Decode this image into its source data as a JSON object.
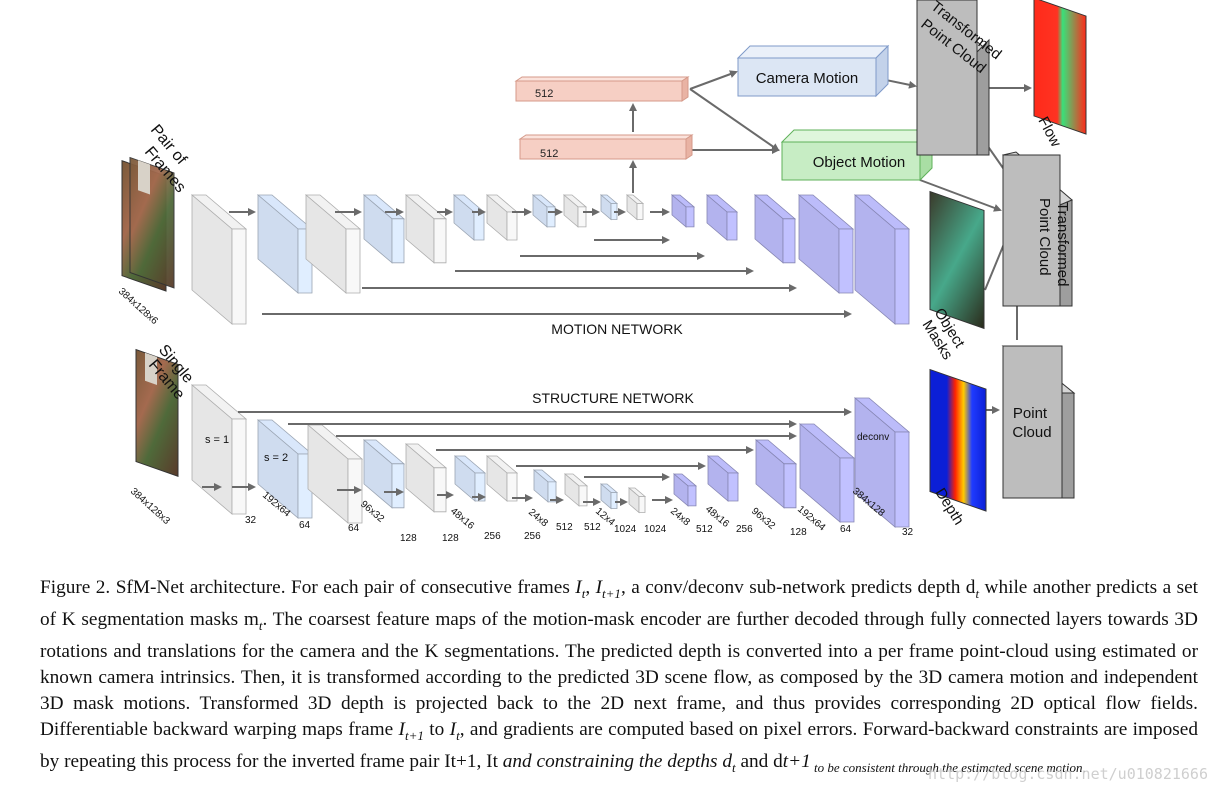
{
  "diagram": {
    "labels": {
      "pair_of_frames": [
        "Pair of",
        "Frames"
      ],
      "single_frame": [
        "Single",
        "Frame"
      ],
      "input_dim_motion": "384x128x6",
      "input_dim_structure": "384x128x3",
      "motion_network": "MOTION NETWORK",
      "structure_network": "STRUCTURE NETWORK",
      "fc1": "512",
      "fc2": "512",
      "camera_motion": "Camera Motion",
      "object_motion": "Object Motion",
      "transformed_point_cloud_top": [
        "Transformed",
        "Point Cloud"
      ],
      "transformed_point_cloud_mid": [
        "Transformed",
        "Point Cloud"
      ],
      "point_cloud": [
        "Point",
        "Cloud"
      ],
      "flow": "Flow",
      "object_masks": [
        "Object",
        "Masks"
      ],
      "depth": "Depth",
      "stride1": "s  = 1",
      "stride2": "s = 2",
      "deconv": "deconv"
    },
    "structure_sizes": [
      "32",
      "192x64",
      "64",
      "64",
      "96x32",
      "128",
      "128",
      "48x16",
      "256",
      "256",
      "24x8",
      "512",
      "512",
      "12x4",
      "1024",
      "1024",
      "24x8",
      "512",
      "48x16",
      "256",
      "96x32",
      "128",
      "192x64",
      "64",
      "384x128",
      "32"
    ],
    "colors": {
      "encoder_blue": "#cfdcef",
      "decoder_purple": "#b3b3ee",
      "gray_block": "#e6e6e6",
      "fc_pink": "#f6cfc4",
      "camera_box": "#dce6f4",
      "object_box": "#c7edc4",
      "cloud_box": "#bdbdbd"
    }
  },
  "caption": {
    "parts": [
      "Figure 2.  SfM-Net architecture. For each pair of consecutive frames ",
      "I",
      "t",
      ", ",
      "I",
      "t+1",
      ", a conv/deconv sub-network predicts depth d",
      "t",
      " while another predicts a set of K segmentation masks m",
      "t",
      ".  The coarsest feature maps of the motion-mask encoder are further decoded through fully connected layers towards 3D rotations and translations for the camera and the K segmentations.  The predicted depth is converted into a per frame point-cloud using estimated or known camera intrinsics.  Then, it is transformed according to the predicted 3D scene flow, as composed by the 3D camera motion and independent 3D mask motions.  Transformed 3D depth is projected back to the 2D next frame, and thus provides corresponding 2D optical flow fields. Differentiable backward warping maps frame ",
      "I",
      "t+1",
      " to ",
      "I",
      "t",
      ", and gradients are computed based on pixel errors. Forward-backward constraints are imposed by repeating this process for the inverted frame pair ",
      "I",
      "t+1",
      ", ",
      "I",
      "t",
      " and constraining the depths d",
      "t",
      " and d",
      "t+1",
      " to be consistent through the estimated scene motion."
    ]
  },
  "watermark": "http://blog.csdn.net/u010821666"
}
